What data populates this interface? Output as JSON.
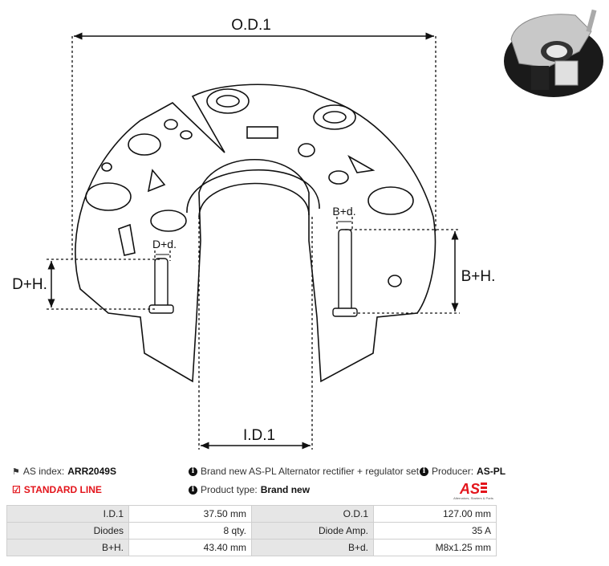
{
  "diagram": {
    "od_label": "O.D.1",
    "id_label": "I.D.1",
    "dh_label": "D+H.",
    "bh_label": "B+H.",
    "dd_label": "D+d.",
    "bd_label": "B+d."
  },
  "info": {
    "as_index_label": "AS index:",
    "as_index_value": "ARR2049S",
    "line_label": "STANDARD LINE",
    "description": "Brand new AS-PL Alternator rectifier + regulator set",
    "product_type_label": "Product type:",
    "product_type_value": "Brand new",
    "producer_label": "Producer:",
    "producer_value": "AS-PL",
    "logo_text": "AS",
    "logo_tagline": "Alternators, Starters & Parts"
  },
  "colors": {
    "accent": "#e3141b"
  },
  "specs": [
    {
      "k1": "I.D.1",
      "v1": "37.50 mm",
      "k2": "O.D.1",
      "v2": "127.00 mm"
    },
    {
      "k1": "Diodes",
      "v1": "8 qty.",
      "k2": "Diode Amp.",
      "v2": "35 A"
    },
    {
      "k1": "B+H.",
      "v1": "43.40 mm",
      "k2": "B+d.",
      "v2": "M8x1.25 mm"
    }
  ]
}
